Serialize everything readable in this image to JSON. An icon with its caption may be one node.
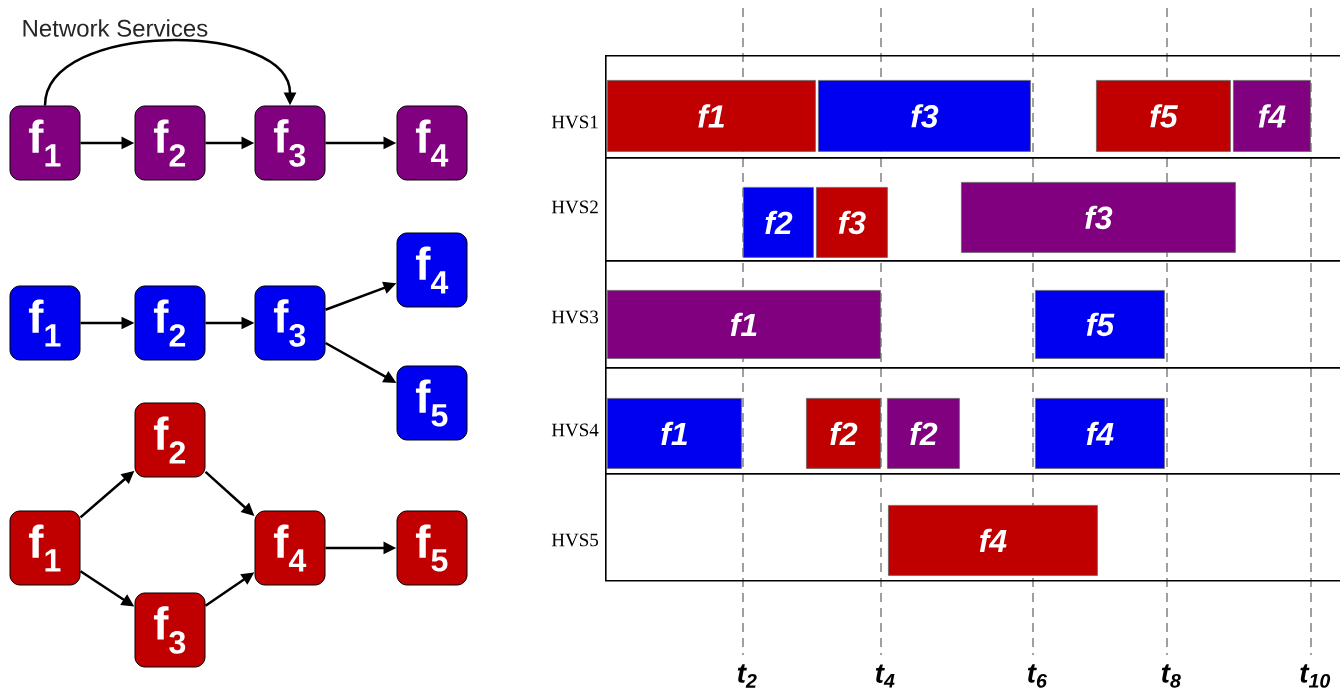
{
  "diagram": {
    "title": "Network Services",
    "nodes": [
      {
        "text": [
          "f$_{1}$"
        ]
      },
      {
        "text": [
          "f$_{2}$"
        ]
      },
      {
        "text": [
          "f$_{3}$"
        ]
      },
      {
        "text": [
          "f$_{4}$"
        ]
      },
      {
        "text": [
          "f$_{1}$"
        ]
      },
      {
        "text": [
          "f$_{2}$"
        ]
      },
      {
        "text": [
          "f$_{3}$"
        ]
      },
      {
        "text": [
          "f$_{4}$"
        ]
      },
      {
        "text": [
          "f$_{5}$"
        ]
      },
      {
        "text": [
          "f$_{1}$"
        ]
      },
      {
        "text": [
          "f$_{2}$"
        ]
      },
      {
        "text": [
          "f$_{3}$"
        ]
      },
      {
        "text": [
          "f$_{4}$"
        ]
      },
      {
        "text": [
          "f$_{5}$"
        ]
      },
      {
        "text": [
          "HVS1"
        ]
      },
      {
        "text": [
          "HVS2"
        ]
      },
      {
        "text": [
          "HVS3"
        ]
      },
      {
        "text": [
          "HVS4"
        ]
      },
      {
        "text": [
          "HVS5"
        ]
      },
      {
        "text": [
          "f1"
        ],
        "in": 14
      },
      {
        "text": [
          "f3"
        ],
        "in": 14
      },
      {
        "text": [
          "f5"
        ],
        "in": 14
      },
      {
        "text": [
          "f4"
        ],
        "in": 14
      },
      {
        "text": [
          "f2"
        ],
        "in": 15
      },
      {
        "text": [
          "f3"
        ],
        "in": 15
      },
      {
        "text": [
          "f3"
        ],
        "in": 15
      },
      {
        "text": [
          "f1"
        ],
        "in": 16
      },
      {
        "text": [
          "f5"
        ],
        "in": 16
      },
      {
        "text": [
          "f1"
        ],
        "in": 17
      },
      {
        "text": [
          "f2"
        ],
        "in": 17
      },
      {
        "text": [
          "f2"
        ],
        "in": 17
      },
      {
        "text": [
          "f4"
        ],
        "in": 17
      },
      {
        "text": [
          "f4"
        ],
        "in": 18
      }
    ],
    "edges": [
      {
        "from": 0,
        "to": 1,
        "arrow": "to"
      },
      {
        "from": 1,
        "to": 2,
        "arrow": "to"
      },
      {
        "from": 2,
        "to": 3,
        "arrow": "to"
      },
      {
        "from": 0,
        "to": 2,
        "arrow": "to"
      },
      {
        "from": 4,
        "to": 5,
        "arrow": "to"
      },
      {
        "from": 5,
        "to": 6,
        "arrow": "to"
      },
      {
        "from": 6,
        "to": 7,
        "arrow": "to"
      },
      {
        "from": 6,
        "to": 8,
        "arrow": "to"
      },
      {
        "from": 9,
        "to": 10,
        "arrow": "to"
      },
      {
        "from": 9,
        "to": 11,
        "arrow": "to"
      },
      {
        "from": 10,
        "to": 12,
        "arrow": "to"
      },
      {
        "from": 11,
        "to": 12,
        "arrow": "to"
      },
      {
        "from": 12,
        "to": 13,
        "arrow": "to"
      }
    ],
    "labels": [
      "t$_{2}$",
      "t$_{4}$",
      "t$_{6}$",
      "t$_{8}$",
      "t$_{10}$"
    ]
  }
}
